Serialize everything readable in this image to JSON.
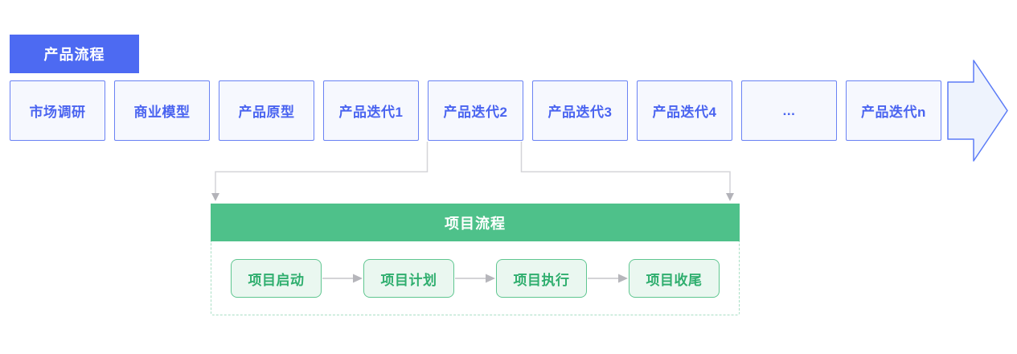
{
  "product_flow": {
    "label": "产品流程",
    "steps": [
      "市场调研",
      "商业模型",
      "产品原型",
      "产品迭代1",
      "产品迭代2",
      "产品迭代3",
      "产品迭代4",
      "...",
      "产品迭代n"
    ]
  },
  "project_flow": {
    "label": "项目流程",
    "steps": [
      "项目启动",
      "项目计划",
      "项目执行",
      "项目收尾"
    ]
  },
  "colors": {
    "canvas_bg": "#FFFFFF",
    "product_label_bg": "#4D6AF2",
    "product_label_text": "#FFFFFF",
    "product_step_bg": "#F6F8FE",
    "product_step_border": "#6A82F4",
    "product_step_text": "#4A64F0",
    "forward_arrow_fill": "#EEF3FD",
    "forward_arrow_stroke": "#5B7BF7",
    "connector_line": "#D4D4D8",
    "connector_arrowhead": "#B3B3B9",
    "project_header_bg": "#4EC18A",
    "project_header_text": "#FFFFFF",
    "project_dashed_border": "#A9DFC5",
    "project_step_bg": "#EAF7F0",
    "project_step_border": "#5FC690",
    "project_step_text": "#2FAE6E",
    "step_arrow_line": "#C6C6CA",
    "step_arrow_head": "#B6B6BB"
  }
}
